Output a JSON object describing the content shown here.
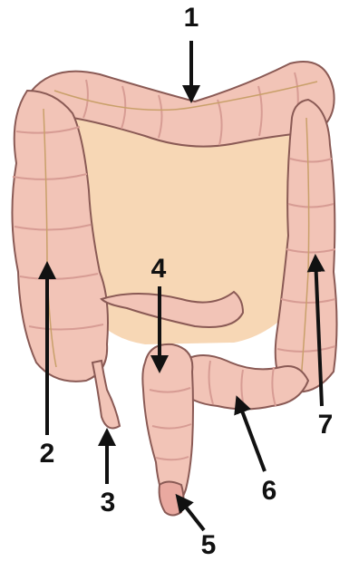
{
  "labels": {
    "n1": "1",
    "n2": "2",
    "n3": "3",
    "n4": "4",
    "n5": "5",
    "n6": "6",
    "n7": "7"
  },
  "colors": {
    "background": "#ffffff",
    "abdominal_cavity": "#f7d7b5",
    "colon_fill": "#f2c4b7",
    "colon_shadow": "#d79c94",
    "colon_outline": "#8a5a55",
    "vessel": "#c9a06a",
    "arrow": "#111111"
  }
}
